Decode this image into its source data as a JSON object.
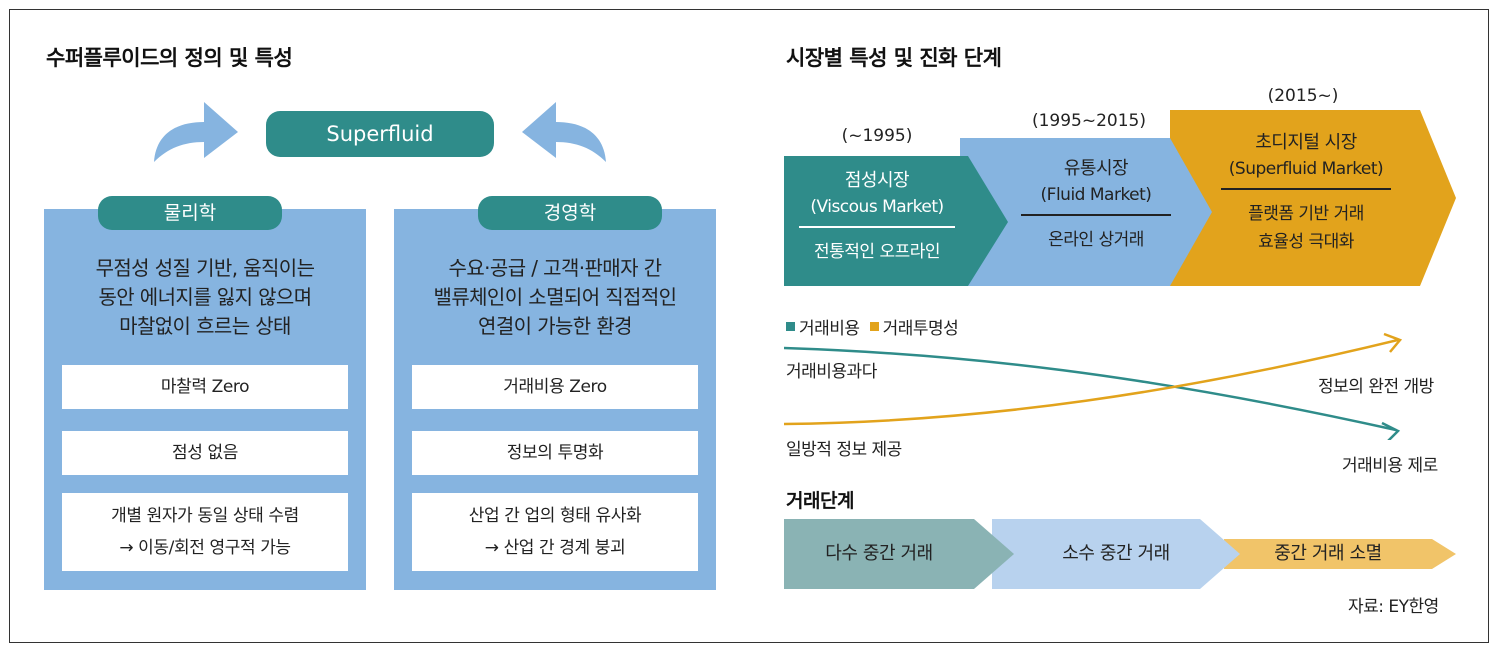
{
  "left": {
    "title": "수퍼플루이드의 정의 및 특성",
    "center_label": "Superfluid",
    "physics": {
      "label": "물리학",
      "desc": [
        "무점성 성질 기반, 움직이는",
        "동안 에너지를 잃지 않으며",
        "마찰없이 흐르는 상태"
      ],
      "items": [
        [
          "마찰력 Zero"
        ],
        [
          "점성 없음"
        ],
        [
          "개별 원자가 동일 상태 수렴",
          "→ 이동/회전 영구적 가능"
        ]
      ]
    },
    "business": {
      "label": "경영학",
      "desc": [
        "수요·공급 / 고객·판매자 간",
        "밸류체인이 소멸되어 직접적인",
        "연결이 가능한 환경"
      ],
      "items": [
        [
          "거래비용 Zero"
        ],
        [
          "정보의 투명화"
        ],
        [
          "산업 간 업의 형태 유사화",
          "→ 산업 간 경계 붕괴"
        ]
      ]
    }
  },
  "right": {
    "title": "시장별 특성 및 진화 단계",
    "markets": [
      {
        "year": "(~1995)",
        "name": "점성시장",
        "sub": "(Viscous Market)",
        "desc": [
          "전통적인 오프라인"
        ],
        "color": "#2f8c8a"
      },
      {
        "year": "(1995~2015)",
        "name": "유통시장",
        "sub": "(Fluid  Market)",
        "desc": [
          "온라인 상거래"
        ],
        "color": "#86b4e0"
      },
      {
        "year": "(2015~)",
        "name": "초디지털 시장",
        "sub": "(Superfluid Market)",
        "desc": [
          "플랫폼 기반 거래",
          "효율성 극대화"
        ],
        "color": "#e2a31c"
      }
    ],
    "legend": [
      {
        "label": "거래비용",
        "color": "#2f8c8a"
      },
      {
        "label": "거래투명성",
        "color": "#e2a31c"
      }
    ],
    "labels": {
      "cost_high": "거래비용과다",
      "info_full": "정보의 완전 개방",
      "info_one_way": "일방적 정보 제공",
      "cost_zero": "거래비용 제로"
    },
    "stages_title": "거래단계",
    "stages": [
      {
        "label": "다수 중간 거래",
        "color": "#8ab3b4"
      },
      {
        "label": "소수 중간 거래",
        "color": "#b8d2ee"
      },
      {
        "label": "중간 거래 소멸",
        "color": "#f1c469"
      }
    ],
    "source": "자료: EY한영"
  }
}
